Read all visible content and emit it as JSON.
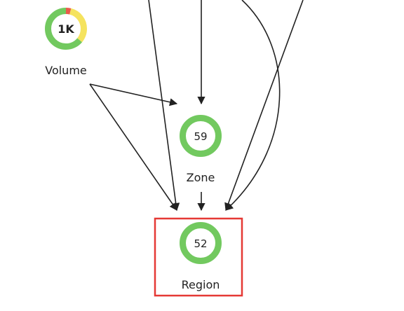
{
  "colors": {
    "ok": "#72c95f",
    "warning": "#f5e35e",
    "error": "#ea5a4b",
    "edge": "#222222",
    "selection": "#e53935"
  },
  "nodes": {
    "volume": {
      "label": "Volume",
      "value": "1K",
      "health": {
        "ok": 0.64,
        "warning": 0.32,
        "error": 0.04
      }
    },
    "zone": {
      "label": "Zone",
      "value": "59",
      "health": {
        "ok": 1,
        "warning": 0,
        "error": 0
      }
    },
    "region": {
      "label": "Region",
      "value": "52",
      "health": {
        "ok": 1,
        "warning": 0,
        "error": 0
      },
      "selected": true
    }
  }
}
